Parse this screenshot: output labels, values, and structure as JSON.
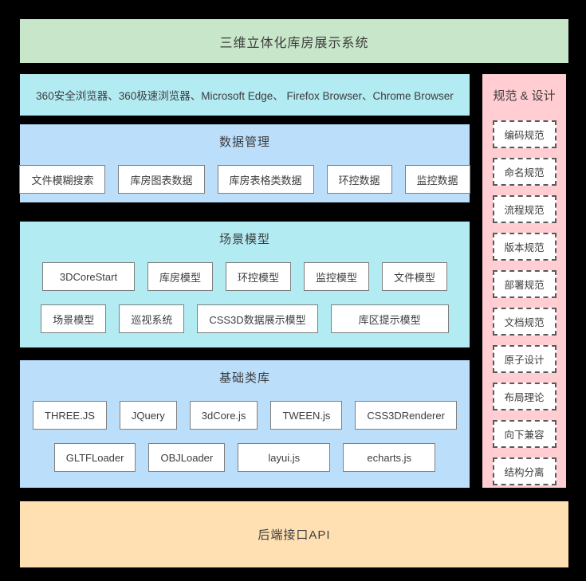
{
  "header": {
    "title": "三维立体化库房展示系统"
  },
  "browsers": {
    "text": "360安全浏览器、360极速浏览器、Microsoft Edge、 Firefox Browser、Chrome Browser"
  },
  "sections": [
    {
      "title": "数据管理",
      "rows": [
        [
          "文件模糊搜索",
          "库房图表数据",
          "库房表格类数据",
          "环控数据",
          "监控数据"
        ]
      ]
    },
    {
      "title": "场景模型",
      "rows": [
        [
          "3DCoreStart",
          "库房模型",
          "环控模型",
          "监控模型",
          "文件模型"
        ],
        [
          "场景模型",
          "巡视系统",
          "CSS3D数据展示模型",
          "库区提示模型"
        ]
      ]
    },
    {
      "title": "基础类库",
      "rows": [
        [
          "THREE.JS",
          "JQuery",
          "3dCore.js",
          "TWEEN.js",
          "CSS3DRenderer"
        ],
        [
          "GLTFLoader",
          "OBJLoader",
          "layui.js",
          "echarts.js"
        ]
      ]
    }
  ],
  "spec_panel": {
    "title": "规范 & 设计",
    "items": [
      "编码规范",
      "命名规范",
      "流程规范",
      "版本规范",
      "部署规范",
      "文档规范",
      "原子设计",
      "布局理论",
      "向下兼容",
      "结构分离"
    ]
  },
  "footer": {
    "label": "后端接口API"
  },
  "colors": {
    "canvas_bg": "#000000",
    "title_bar": "#c8e6c9",
    "cyan_panel": "#b2ebf2",
    "blue_panel": "#bbdefb",
    "spec_panel": "#ffcdd2",
    "footer_bar": "#ffe0b2",
    "node_border": "#7f7f7f",
    "spec_item_border": "#595959",
    "text": "#3d3d3d"
  }
}
